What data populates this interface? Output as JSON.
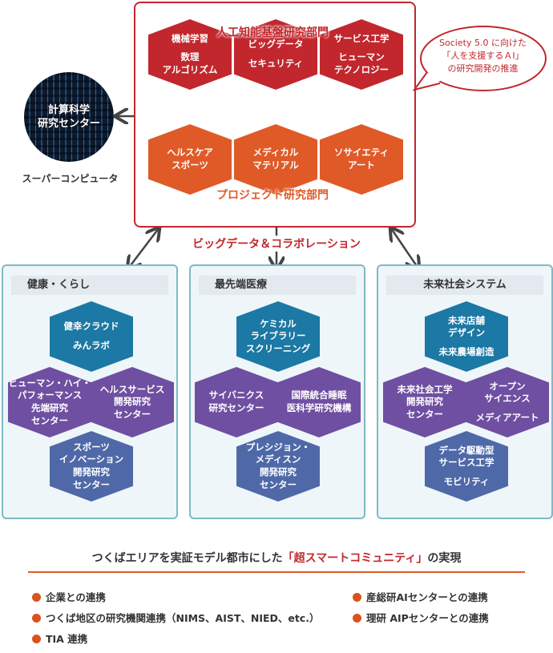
{
  "top": {
    "division_ai": "人工知能基盤研究部門",
    "division_project": "プロジェクト研究部門",
    "hexes": [
      {
        "l1": "機械学習",
        "l2": "数理",
        "l3": "アルゴリズム"
      },
      {
        "l1": "ビッグデータ",
        "l2": "セキュリティ"
      },
      {
        "l1": "サービス工学",
        "l2": "ヒューマン",
        "l3": "テクノロジー"
      },
      {
        "l1": "ヘルスケア",
        "l2": "スポーツ"
      },
      {
        "l1": "メディカル",
        "l2": "マテリアル"
      },
      {
        "l1": "ソサイエティ",
        "l2": "アート"
      }
    ],
    "bubble": {
      "l1": "Society 5.0 に向けた",
      "l2": "「人を支援するＡI」",
      "l3": "の研究開発の推進"
    },
    "collab_label": "ビッグデータ＆コラボレーション"
  },
  "supercomputer": {
    "center_l1": "計算科学",
    "center_l2": "研究センター",
    "caption": "スーパーコンピュータ"
  },
  "panels": [
    {
      "title": "健康・くらし",
      "hexes": [
        {
          "l1": "健幸クラウド",
          "l2": "みんラボ"
        },
        {
          "l1": "ヒューマン・ハイ・",
          "l2": "パフォーマンス",
          "l3": "先端研究",
          "l4": "センター"
        },
        {
          "l1": "ヘルスサービス",
          "l2": "開発研究",
          "l3": "センター"
        },
        {
          "l1": "スポーツ",
          "l2": "イノベーション",
          "l3": "開発研究",
          "l4": "センター"
        }
      ]
    },
    {
      "title": "最先端医療",
      "hexes": [
        {
          "l1": "ケミカル",
          "l2": "ライブラリー",
          "l3": "スクリーニング"
        },
        {
          "l1": "サイバニクス",
          "l2": "研究センター"
        },
        {
          "l1": "国際統合睡眠",
          "l2": "医科学研究機構"
        },
        {
          "l1": "プレシジョン・",
          "l2": "メディスン",
          "l3": "開発研究",
          "l4": "センター"
        }
      ]
    },
    {
      "title": "未来社会システム",
      "hexes": [
        {
          "l1": "未来店舗",
          "l2": "デザイン",
          "l3": "未来農場創造"
        },
        {
          "l1": "未来社会工学",
          "l2": "開発研究",
          "l3": "センター"
        },
        {
          "l1": "オープン",
          "l2": "サイエンス",
          "l3": "メディアアート"
        },
        {
          "l1": "データ駆動型",
          "l2": "サービス工学",
          "l3": "モビリティ"
        }
      ]
    }
  ],
  "bottom": {
    "title_pre": "つくばエリアを実証モデル都市にした",
    "title_highlight": "「超スマートコミュニティ」",
    "title_post": "の実現",
    "bullets_left": [
      "企業との連携",
      "つくば地区の研究機関連携（NIMS、AIST、NIED、etc.）",
      "TIA 連携"
    ],
    "bullets_right": [
      "産総研AIセンターとの連携",
      "理研 AIPセンターとの連携"
    ]
  },
  "colors": {
    "red": "#c1272d",
    "orange": "#e05a27",
    "blue": "#1c78a4",
    "purple": "#6f4fa1",
    "slate": "#4f69a8",
    "panel_border": "#80b8c8"
  }
}
